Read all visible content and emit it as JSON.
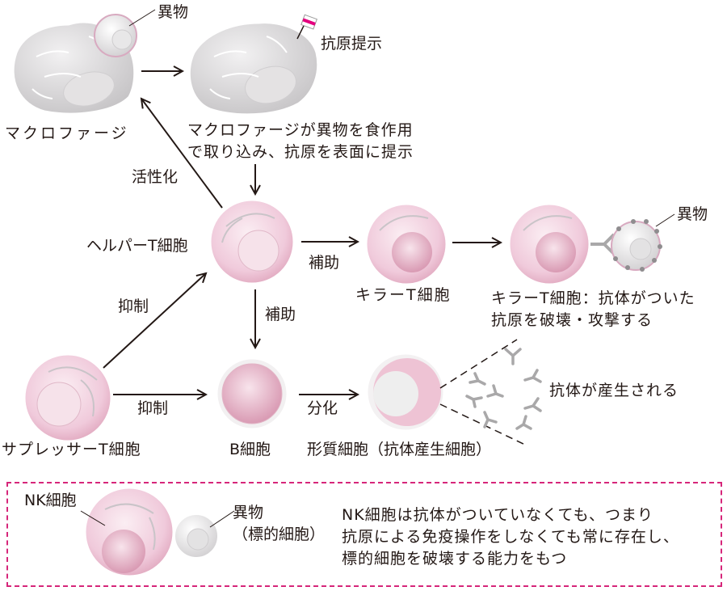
{
  "colors": {
    "arrow": "#231815",
    "macrophage_fill": "#dcdadb",
    "cell_pink": "#f0c9d8",
    "nucleus_pink": "#e7b3c6",
    "foreign_body": "#e9e8e9",
    "antibody": "#a9a8a9",
    "flag_accent": "#e4007f",
    "nk_box_border": "#d6267a"
  },
  "nodes": {
    "macrophage": {
      "label": "マクロファージ",
      "foreign_label": "異物"
    },
    "antigen_presenting_macrophage": {
      "label": "抗原提示",
      "description": "マクロファージが異物を食作用\nで取り込み、抗原を表面に提示"
    },
    "helper_t": {
      "label": "ヘルパーT細胞"
    },
    "killer_t": {
      "label": "キラーT細胞"
    },
    "killer_t_attack": {
      "label": "キラーT細胞：抗体がついた\n抗原を破壊・攻撃する",
      "foreign_label": "異物"
    },
    "suppressor_t": {
      "label": "サプレッサーT細胞"
    },
    "b_cell": {
      "label": "B細胞"
    },
    "plasma_cell": {
      "label": "形質細胞（抗体産生細胞）",
      "antibody_label": "抗体が産生される"
    }
  },
  "edges": {
    "activation": "活性化",
    "help_to_killer": "補助",
    "help_to_b": "補助",
    "suppress_helper": "抑制",
    "suppress_b": "抑制",
    "differentiation": "分化"
  },
  "nk_box": {
    "nk_label": "NK細胞",
    "target_label": "異物\n（標的細胞）",
    "description": "NK細胞は抗体がついていなくても、つまり\n抗原による免疫操作をしなくても常に存在し、\n標的細胞を破壊する能力をもつ"
  }
}
